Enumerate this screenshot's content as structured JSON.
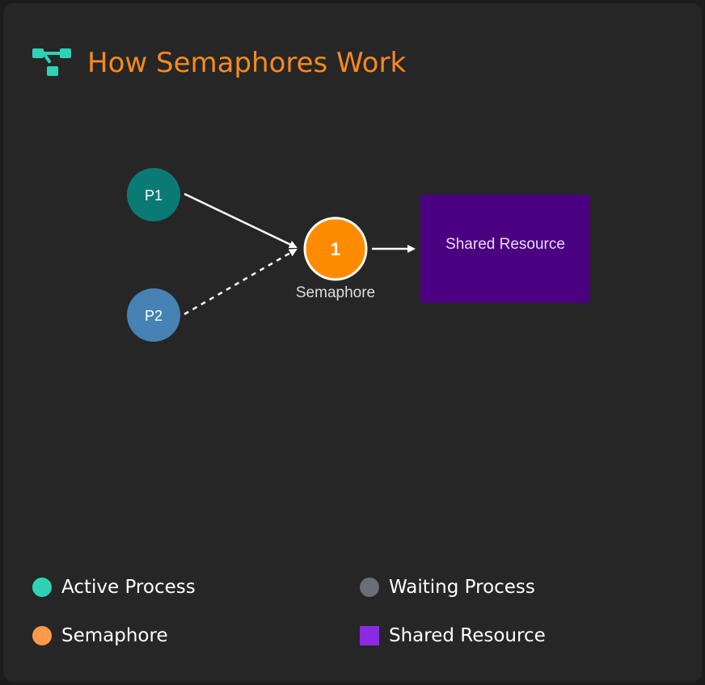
{
  "header": {
    "title": "How Semaphores Work",
    "icon": "flow-diagram-icon",
    "icon_color": "#2ed3b7"
  },
  "diagram": {
    "processes": [
      {
        "label": "P1",
        "state": "active",
        "color": "#0b7a75"
      },
      {
        "label": "P2",
        "state": "waiting",
        "color": "#4682b4"
      }
    ],
    "semaphore": {
      "count": "1",
      "label": "Semaphore",
      "color": "#ff8c00"
    },
    "resource": {
      "label": "Shared Resource",
      "color": "#4b0082"
    }
  },
  "legend": {
    "items": [
      {
        "label": "Active Process",
        "color": "#2ed3b7",
        "shape": "circle"
      },
      {
        "label": "Waiting Process",
        "color": "#6b6e78",
        "shape": "circle"
      },
      {
        "label": "Semaphore",
        "color": "#ff9a4a",
        "shape": "circle"
      },
      {
        "label": "Shared Resource",
        "color": "#8a2be2",
        "shape": "square"
      }
    ]
  }
}
